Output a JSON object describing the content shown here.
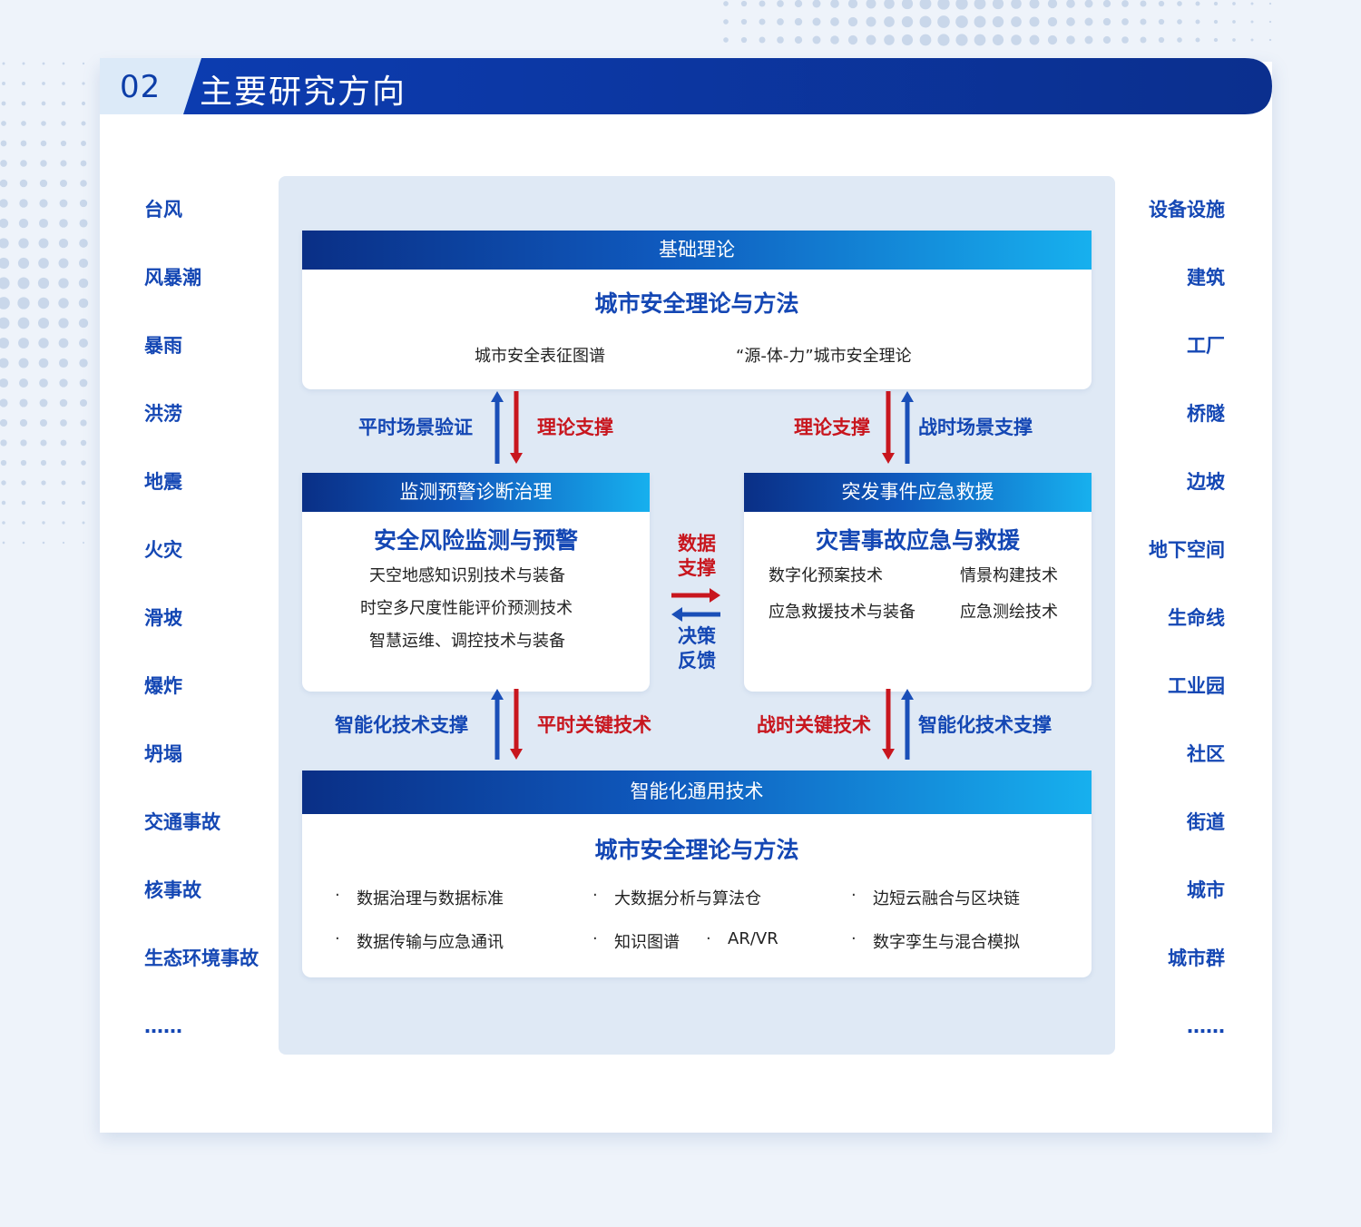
{
  "header": {
    "number": "02",
    "title": "主要研究方向"
  },
  "left_list": [
    "台风",
    "风暴潮",
    "暴雨",
    "洪涝",
    "地震",
    "火灾",
    "滑坡",
    "爆炸",
    "坍塌",
    "交通事故",
    "核事故",
    "生态环境事故",
    "……"
  ],
  "right_list": [
    "设备设施",
    "建筑",
    "工厂",
    "桥隧",
    "边坡",
    "地下空间",
    "生命线",
    "工业园",
    "社区",
    "街道",
    "城市",
    "城市群",
    "……"
  ],
  "top_box": {
    "header": "基础理论",
    "title": "城市安全理论与方法",
    "items": [
      "城市安全表征图谱",
      "“源-体-力”城市安全理论"
    ]
  },
  "upper_links": {
    "left_blue": "平时场景验证",
    "left_red": "理论支撑",
    "right_red": "理论支撑",
    "right_blue": "战时场景支撑"
  },
  "left_box": {
    "header": "监测预警诊断治理",
    "title": "安全风险监测与预警",
    "items": [
      "天空地感知识别技术与装备",
      "时空多尺度性能评价预测技术",
      "智慧运维、调控技术与装备"
    ]
  },
  "right_box": {
    "header": "突发事件应急救援",
    "title": "灾害事故应急与救援",
    "items": [
      "数字化预案技术",
      "情景构建技术",
      "应急救援技术与装备",
      "应急测绘技术"
    ]
  },
  "center_link": {
    "red": "数据支撑",
    "blue": "决策反馈"
  },
  "lower_links": {
    "left_blue": "智能化技术支撑",
    "left_red": "平时关键技术",
    "right_red": "战时关键技术",
    "right_blue": "智能化技术支撑"
  },
  "bottom_box": {
    "header": "智能化通用技术",
    "title": "城市安全理论与方法",
    "items": [
      "数据治理与数据标准",
      "大数据分析与算法仓",
      "边短云融合与区块链",
      "数据传输与应急通讯",
      "知识图谱",
      "AR/VR",
      "数字孪生与混合模拟"
    ]
  },
  "colors": {
    "blue": "#1447b4",
    "red": "#c8161e",
    "dark_blue": "#0a2f86",
    "cyan": "#17b0ee",
    "panel": "#dfe9f5"
  }
}
